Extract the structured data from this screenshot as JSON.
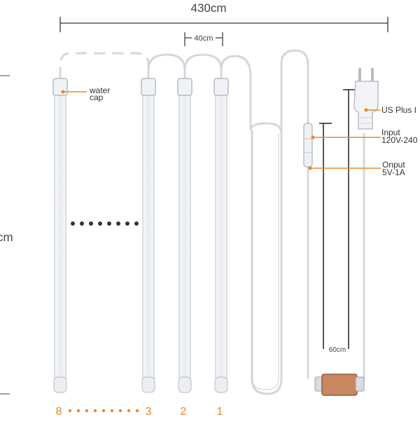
{
  "dimensions": {
    "total_width": "430cm",
    "tube_spacing": "40cm",
    "tube_height_fragment": "cm",
    "cable_length": "60cm"
  },
  "callouts": {
    "water_cap_line1": "water",
    "water_cap_line2": "cap",
    "plug": "US Plus I",
    "input_line1": "Input",
    "input_line2": "120V-240",
    "output_line1": "Onput",
    "output_line2": "5V-1A"
  },
  "tube_numbers": {
    "n8": "8",
    "n3": "3",
    "n2": "2",
    "n1": "1"
  },
  "colors": {
    "accent": "#e8892a",
    "tube": "#d9dde3",
    "line": "#333333",
    "box": "#c9875f"
  }
}
